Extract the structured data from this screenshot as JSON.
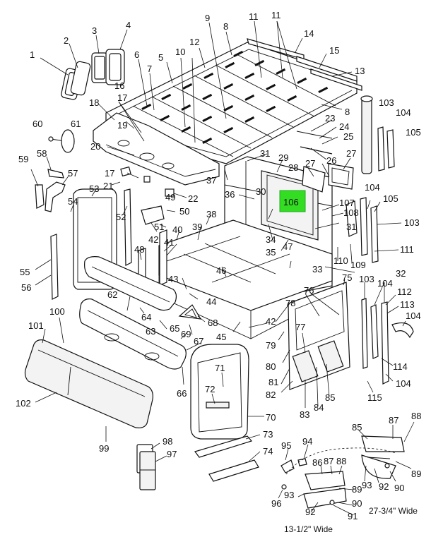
{
  "callouts": {
    "c1": "1",
    "c2": "2",
    "c3": "3",
    "c4": "4",
    "c5": "5",
    "c6": "6",
    "c7": "7",
    "c8": "8",
    "c8b": "8",
    "c9": "9",
    "c10": "10",
    "c11": "11",
    "c12": "12",
    "c13": "13",
    "c14": "14",
    "c15": "15",
    "c16": "16",
    "c17": "17",
    "c17b": "17",
    "c18": "18",
    "c19": "19",
    "c20": "20",
    "c21": "21",
    "c22": "22",
    "c23": "23",
    "c24": "24",
    "c25": "25",
    "c26": "26",
    "c27": "27",
    "c27b": "27",
    "c28": "28",
    "c29": "29",
    "c30": "30",
    "c31": "31",
    "c31b": "31",
    "c32": "32",
    "c33": "33",
    "c34": "34",
    "c35": "35",
    "c36": "36",
    "c37": "37",
    "c38": "38",
    "c39": "39",
    "c40": "40",
    "c41": "41",
    "c42": "42",
    "c42b": "42",
    "c43": "43",
    "c44": "44",
    "c45": "45",
    "c46": "46",
    "c47": "47",
    "c48": "48",
    "c49": "49",
    "c50": "50",
    "c51": "51",
    "c52": "52",
    "c53": "53",
    "c54": "54",
    "c55": "55",
    "c56": "56",
    "c57": "57",
    "c58": "58",
    "c59": "59",
    "c60": "60",
    "c61": "61",
    "c62": "62",
    "c63": "63",
    "c64": "64",
    "c65": "65",
    "c66": "66",
    "c67": "67",
    "c68": "68",
    "c69": "69",
    "c70": "70",
    "c71": "71",
    "c72": "72",
    "c73": "73",
    "c74": "74",
    "c75": "75",
    "c76": "76",
    "c77": "77",
    "c78": "78",
    "c79": "79",
    "c80": "80",
    "c81": "81",
    "c82": "82",
    "c83": "83",
    "c84": "84",
    "c85": "85",
    "c85b": "85",
    "c86": "86",
    "c87": "87",
    "c87b": "87",
    "c88": "88",
    "c88b": "88",
    "c89": "89",
    "c89b": "89",
    "c90": "90",
    "c90b": "90",
    "c91": "91",
    "c92": "92",
    "c92b": "92",
    "c93": "93",
    "c93b": "93",
    "c94": "94",
    "c95": "95",
    "c96": "96",
    "c97": "97",
    "c98": "98",
    "c99": "99",
    "c100": "100",
    "c101": "101",
    "c102": "102",
    "c103": "103",
    "c103b": "103",
    "c103c": "103",
    "c104": "104",
    "c104b": "104",
    "c104c": "104",
    "c104d": "104",
    "c104e": "104",
    "c105": "105",
    "c105b": "105",
    "c107": "107",
    "c108": "108",
    "c109": "109",
    "c110": "110",
    "c111": "111",
    "c112": "112",
    "c113": "113",
    "c114": "114",
    "c115": "115"
  },
  "highlight": {
    "label": "106",
    "color": "#33dd22"
  },
  "notes": {
    "width_small": "13-1/2\" Wide",
    "width_large": "27-3/4\" Wide"
  }
}
